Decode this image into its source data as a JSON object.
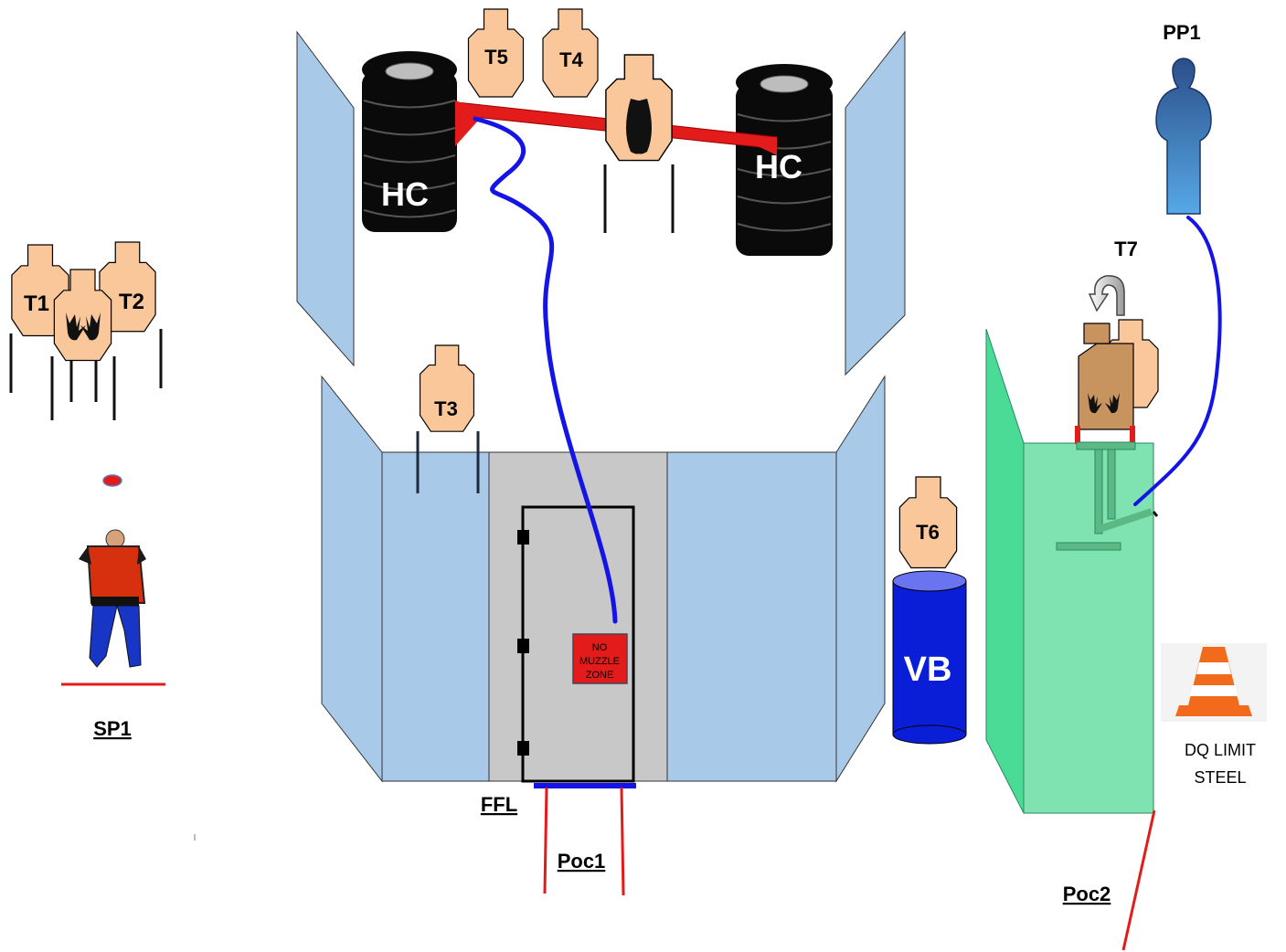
{
  "targets": {
    "t1": "T1",
    "t2": "T2",
    "t3": "T3",
    "t4": "T4",
    "t5": "T5",
    "t6": "T6",
    "t7": "T7"
  },
  "props": {
    "hard_cover_left": "HC",
    "hard_cover_right": "HC",
    "barrel": "VB",
    "popper": "PP1"
  },
  "positions": {
    "start": "SP1",
    "ffl": "FFL",
    "poc1": "Poc1",
    "poc2": "Poc2"
  },
  "signs": {
    "no_muzzle": [
      "NO",
      "MUZZLE",
      "ZONE"
    ],
    "dq_limit": [
      "DQ LIMIT",
      "STEEL"
    ]
  },
  "colors": {
    "target": "#F9C79A",
    "wall": "#A9C9E8",
    "door_panel": "#C8C8C8",
    "barrel": "#0A1ED8",
    "steel_panel": "#7FE3B1",
    "activator_cable": "#1414E6",
    "fault_line": "#E41B1B"
  }
}
